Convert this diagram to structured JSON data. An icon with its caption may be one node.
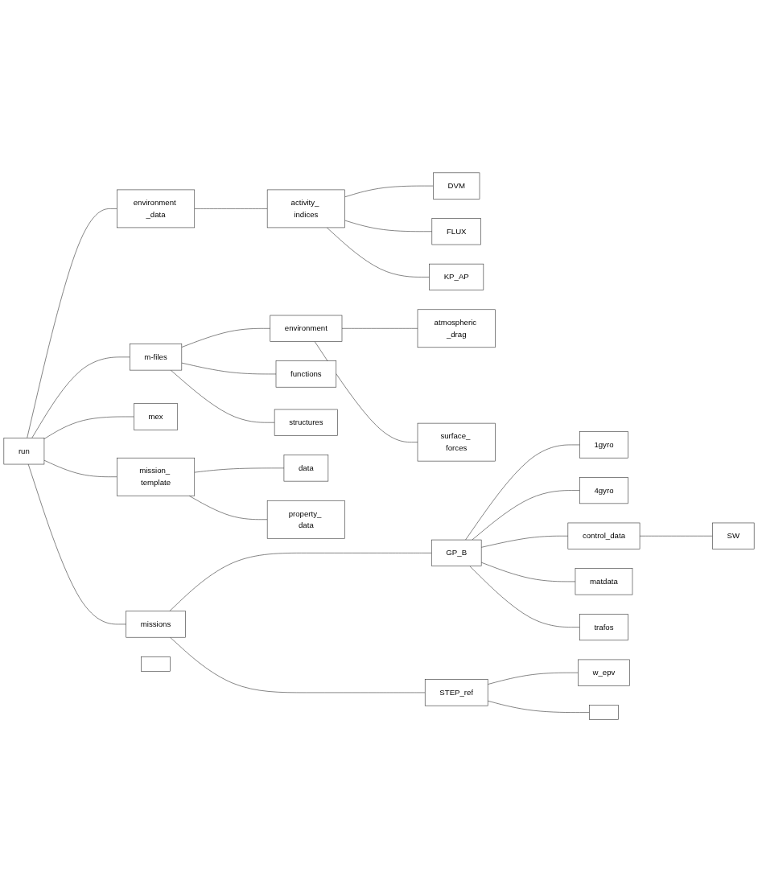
{
  "diagram": {
    "nodes": [
      {
        "text": [
          "run"
        ]
      },
      {
        "text": [
          "environment _data"
        ]
      },
      {
        "text": [
          "activity_ indices"
        ]
      },
      {
        "text": [
          "DVM"
        ]
      },
      {
        "text": [
          "FLUX"
        ]
      },
      {
        "text": [
          "KP_AP"
        ]
      },
      {
        "text": [
          "m-files"
        ]
      },
      {
        "text": [
          "environment"
        ]
      },
      {
        "text": [
          "atmospheric _drag"
        ]
      },
      {
        "text": [
          "surface_ forces"
        ]
      },
      {
        "text": [
          "functions"
        ]
      },
      {
        "text": [
          "structures"
        ]
      },
      {
        "text": [
          "mex"
        ]
      },
      {
        "text": [
          "mission_ template"
        ]
      },
      {
        "text": [
          "data"
        ]
      },
      {
        "text": [
          "property_ data"
        ]
      },
      {
        "text": [
          "missions"
        ]
      },
      {
        "text": [
          "GP_B"
        ]
      },
      {
        "text": [
          "1gyro"
        ]
      },
      {
        "text": [
          "4gyro"
        ]
      },
      {
        "text": [
          "control_data"
        ]
      },
      {
        "text": [
          "SW"
        ]
      },
      {
        "text": [
          "matdata"
        ]
      },
      {
        "text": [
          "trafos"
        ]
      },
      {
        "text": [
          "STEP_ref"
        ]
      },
      {
        "text": [
          "w_epv"
        ]
      },
      {
        "text": [],
        "shape": "box"
      },
      {
        "text": [],
        "shape": "box"
      }
    ],
    "edges": [
      {
        "from": 0,
        "to": 1,
        "arrow": "none"
      },
      {
        "from": 1,
        "to": 2,
        "arrow": "none"
      },
      {
        "from": 2,
        "to": 3,
        "arrow": "none"
      },
      {
        "from": 2,
        "to": 4,
        "arrow": "none"
      },
      {
        "from": 2,
        "to": 5,
        "arrow": "none"
      },
      {
        "from": 0,
        "to": 6,
        "arrow": "none"
      },
      {
        "from": 6,
        "to": 7,
        "arrow": "none"
      },
      {
        "from": 7,
        "to": 8,
        "arrow": "none"
      },
      {
        "from": 7,
        "to": 9,
        "arrow": "none"
      },
      {
        "from": 6,
        "to": 10,
        "arrow": "none"
      },
      {
        "from": 6,
        "to": 11,
        "arrow": "none"
      },
      {
        "from": 0,
        "to": 12,
        "arrow": "none"
      },
      {
        "from": 0,
        "to": 13,
        "arrow": "none"
      },
      {
        "from": 13,
        "to": 14,
        "arrow": "none"
      },
      {
        "from": 13,
        "to": 15,
        "arrow": "none"
      },
      {
        "from": 0,
        "to": 16,
        "arrow": "none"
      },
      {
        "from": 16,
        "to": 17,
        "arrow": "none"
      },
      {
        "from": 17,
        "to": 18,
        "arrow": "none"
      },
      {
        "from": 17,
        "to": 19,
        "arrow": "none"
      },
      {
        "from": 17,
        "to": 20,
        "arrow": "none"
      },
      {
        "from": 20,
        "to": 21,
        "arrow": "none"
      },
      {
        "from": 17,
        "to": 22,
        "arrow": "none"
      },
      {
        "from": 17,
        "to": 23,
        "arrow": "none"
      },
      {
        "from": 16,
        "to": 24,
        "arrow": "none"
      },
      {
        "from": 24,
        "to": 25,
        "arrow": "none"
      },
      {
        "from": 24,
        "to": 26,
        "arrow": "none"
      }
    ]
  }
}
